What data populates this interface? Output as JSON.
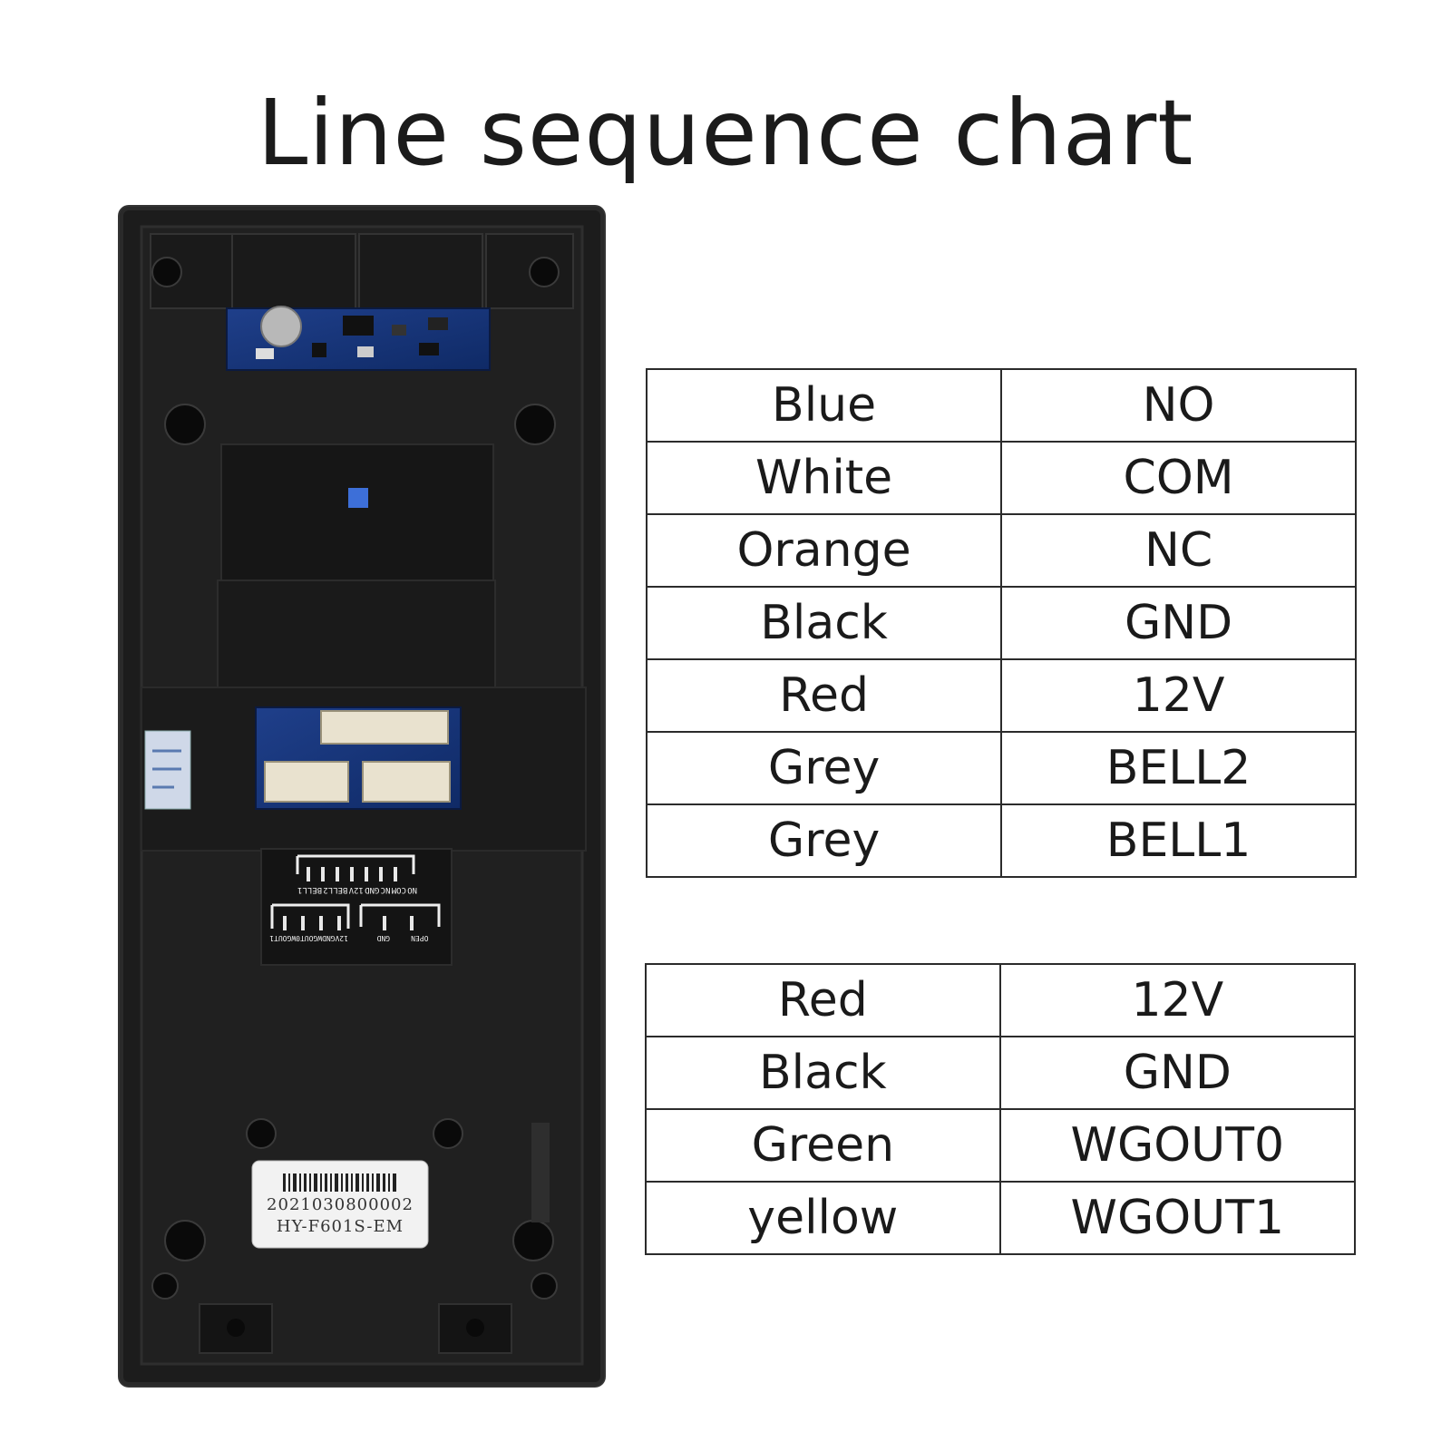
{
  "title": "Line sequence chart",
  "table_main": [
    {
      "color": "Blue",
      "signal": "NO"
    },
    {
      "color": "White",
      "signal": "COM"
    },
    {
      "color": "Orange",
      "signal": "NC"
    },
    {
      "color": "Black",
      "signal": "GND"
    },
    {
      "color": "Red",
      "signal": "12V"
    },
    {
      "color": "Grey",
      "signal": "BELL2"
    },
    {
      "color": "Grey",
      "signal": "BELL1"
    }
  ],
  "table_wiegand": [
    {
      "color": "Red",
      "signal": "12V"
    },
    {
      "color": "Black",
      "signal": "GND"
    },
    {
      "color": "Green",
      "signal": "WGOUT0"
    },
    {
      "color": "yellow",
      "signal": "WGOUT1"
    }
  ],
  "device": {
    "connector_labels_top": [
      "NO",
      "COM",
      "NC",
      "GND",
      "12V",
      "BELL2",
      "BELL1"
    ],
    "connector_labels_left": [
      "12V",
      "GND",
      "WGOUT0",
      "WGOUT1"
    ],
    "connector_labels_right": [
      "OPEN",
      "GND"
    ],
    "label_serial": "2021030800002",
    "label_model": "HY-F601S-EM"
  }
}
